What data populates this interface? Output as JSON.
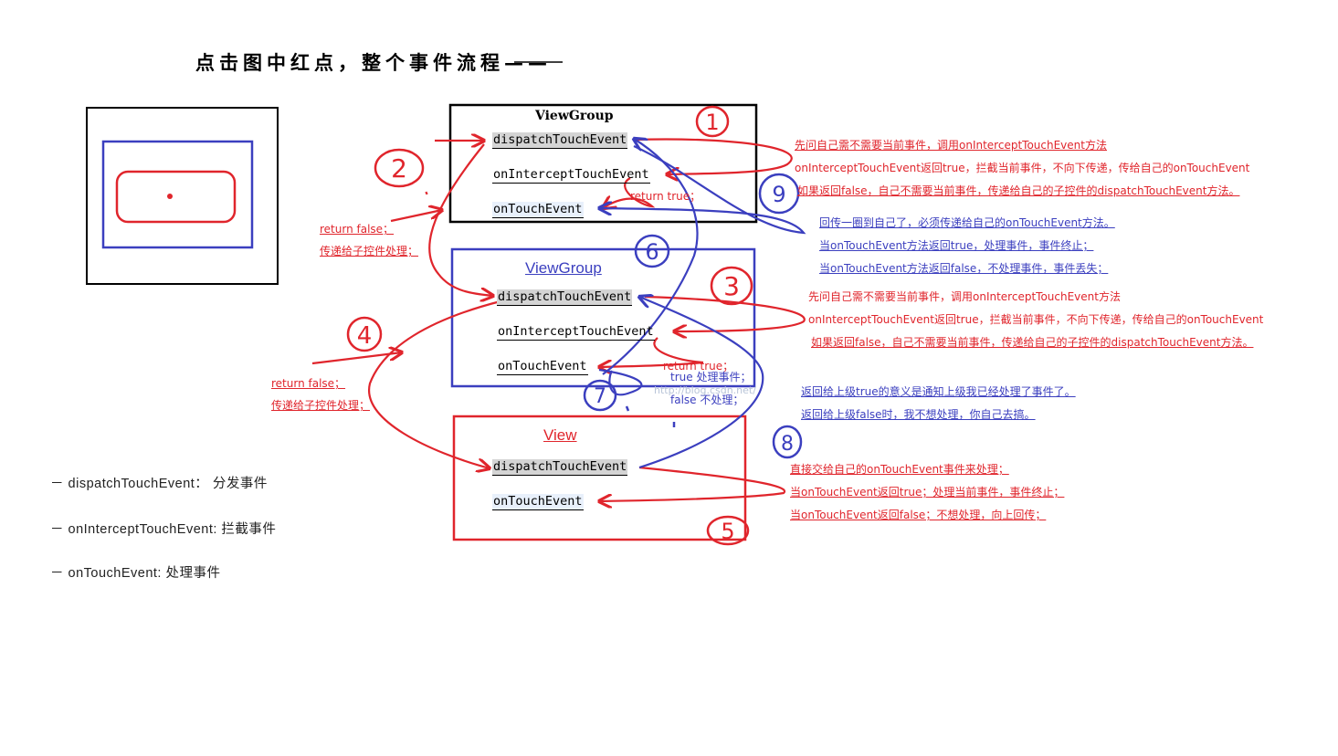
{
  "title": "点击图中红点，整个事件流程——",
  "boxes": {
    "outer_viewgroup": {
      "title": "ViewGroup",
      "methods": [
        "dispatchTouchEvent",
        "onInterceptTouchEvent",
        "onTouchEvent"
      ]
    },
    "inner_viewgroup": {
      "title": "ViewGroup",
      "methods": [
        "dispatchTouchEvent",
        "onInterceptTouchEvent",
        "onTouchEvent"
      ]
    },
    "view": {
      "title": "View",
      "methods": [
        "dispatchTouchEvent",
        "onTouchEvent"
      ]
    }
  },
  "left_notes": {
    "upper": [
      "return false；",
      "传递给子控件处理；"
    ],
    "lower": [
      "return false；",
      "传递给子控件处理；"
    ]
  },
  "inline_notes": {
    "outer_return_true": "return true；",
    "inner_return_true": "return true；",
    "inner_true": "true 处理事件；",
    "inner_false": "false 不处理；"
  },
  "right_notes": {
    "outer_red": [
      "先问自己需不需要当前事件，调用onInterceptTouchEvent方法",
      "onInterceptTouchEvent返回true，拦截当前事件，不向下传递，传给自己的onTouchEvent",
      "如果返回false，自己不需要当前事件，传递给自己的子控件的dispatchTouchEvent方法。"
    ],
    "outer_blue": [
      "回传一圈到自己了，必须传递给自己的onTouchEvent方法。",
      "当onTouchEvent方法返回true，处理事件，事件终止；",
      "当onTouchEvent方法返回false，不处理事件，事件丢失；"
    ],
    "inner_red": [
      "先问自己需不需要当前事件，调用onInterceptTouchEvent方法",
      "onInterceptTouchEvent返回true，拦截当前事件，不向下传递，传给自己的onTouchEvent",
      "如果返回false，自己不需要当前事件，传递给自己的子控件的dispatchTouchEvent方法。"
    ],
    "inner_blue": [
      "返回给上级true的意义是通知上级我已经处理了事件了。",
      "返回给上级false时，我不想处理，你自己去搞。"
    ],
    "view_red": [
      "直接交给自己的onTouchEvent事件来处理；",
      "当onTouchEvent返回true；处理当前事件，事件终止；",
      "当onTouchEvent返回false；不想处理，向上回传；"
    ]
  },
  "legend": [
    "－ dispatchTouchEvent：  分发事件",
    "－ onInterceptTouchEvent: 拦截事件",
    "－ onTouchEvent: 处理事件"
  ],
  "watermark": "http://blog.csdn.net/",
  "colors": {
    "red": "#e0252c",
    "blue": "#3b3fbf",
    "black": "#000000"
  }
}
